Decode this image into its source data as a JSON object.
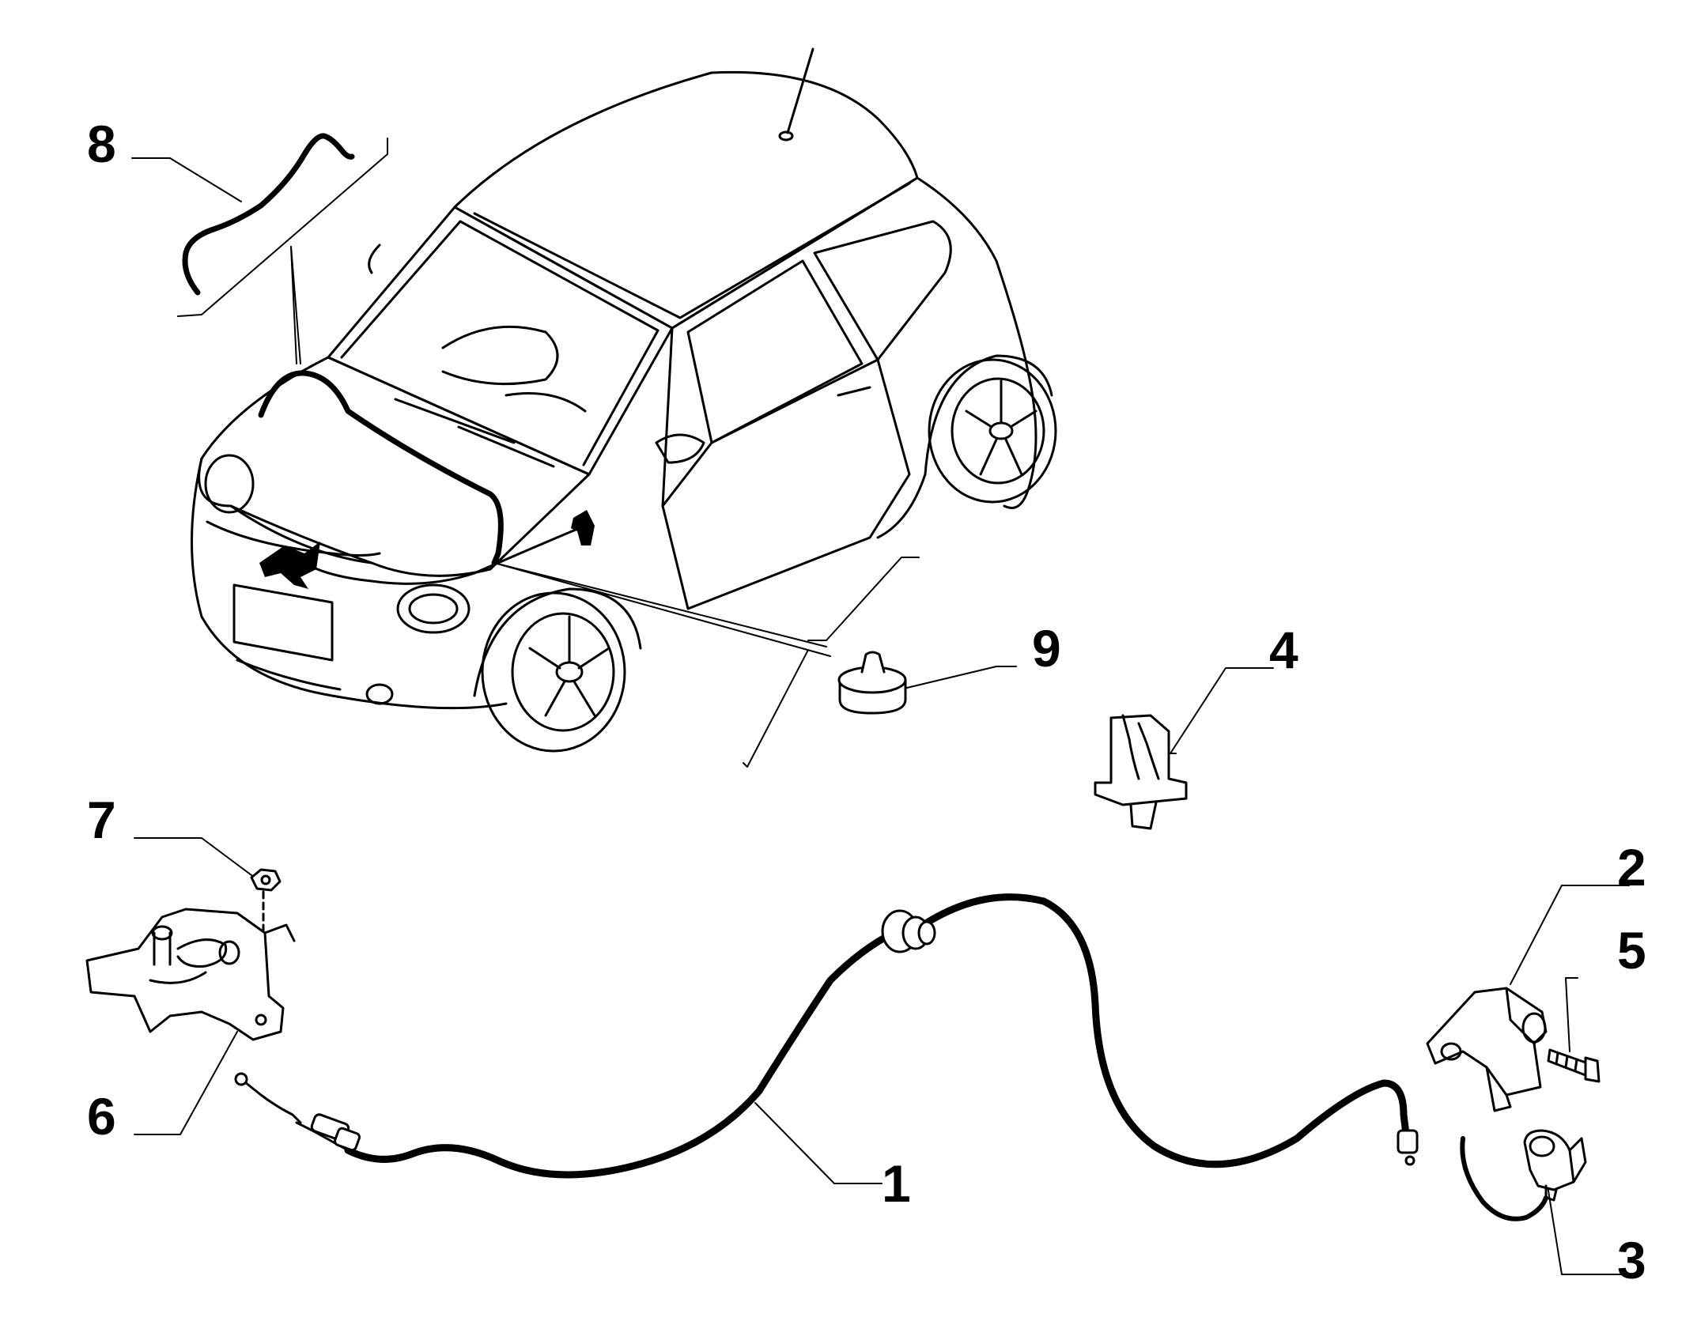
{
  "callouts": [
    {
      "id": "1",
      "label": "1"
    },
    {
      "id": "2",
      "label": "2"
    },
    {
      "id": "3",
      "label": "3"
    },
    {
      "id": "4",
      "label": "4"
    },
    {
      "id": "5",
      "label": "5"
    },
    {
      "id": "6",
      "label": "6"
    },
    {
      "id": "7",
      "label": "7"
    },
    {
      "id": "8",
      "label": "8"
    },
    {
      "id": "9",
      "label": "9"
    }
  ],
  "colors": {
    "line": "#000000",
    "background": "#ffffff",
    "fill_light": "#f2f2f2"
  },
  "icons": [
    "car-body-icon",
    "hood-release-cable-icon",
    "hood-latch-icon",
    "lock-nut-icon",
    "hood-seal-icon",
    "rubber-bumper-icon",
    "mounting-clip-icon",
    "release-handle-bracket-icon",
    "bolt-icon",
    "release-lever-icon"
  ]
}
